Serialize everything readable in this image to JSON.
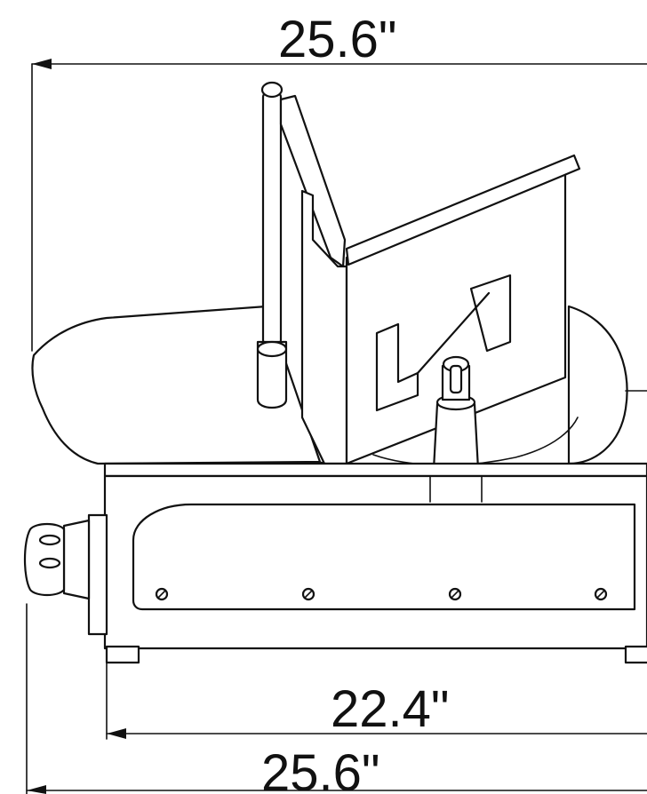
{
  "dimensions": {
    "top_width": "25.6\"",
    "bottom_inner_width": "22.4\"",
    "bottom_outer_width": "25.6\""
  },
  "colors": {
    "line": "#111111",
    "background": "#ffffff"
  }
}
